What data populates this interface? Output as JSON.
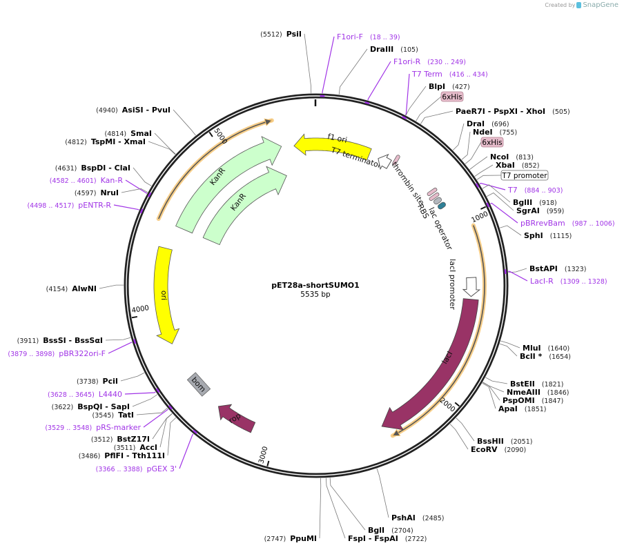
{
  "credit": {
    "prefix": "Created by",
    "brand": "SnapGene"
  },
  "plasmid": {
    "name": "pET28a-shortSUMO1",
    "length": "5535 bp",
    "total_bp": 5535
  },
  "ticks": [
    "1000",
    "2000",
    "3000",
    "4000",
    "5000"
  ],
  "features": {
    "f1_ori": "f1 ori",
    "t7_terminator": "T7 terminator",
    "thrombin_site": "thrombin site",
    "rbs": "RBS",
    "lac_operator": "lac operator",
    "laci_promoter": "lacI promoter",
    "laci": "lacI",
    "kanr_outer": "KanR",
    "kanr_inner": "KanR",
    "ori": "ori",
    "bom": "bom",
    "rop": "rop"
  },
  "colors": {
    "backbone": "#222222",
    "primer": "#a033e6",
    "laci": "#993366",
    "ori": "#ffff00",
    "kanr": "#ccffcc",
    "orf": "#f5c26b",
    "lac_operator": "#2e7f96",
    "his_tag": "#e6bccb"
  },
  "labels": [
    {
      "type": "enzyme",
      "name": "PsiI",
      "pos": "(5512)"
    },
    {
      "type": "primer",
      "name": "F1ori-F",
      "pos": "(18 .. 39)"
    },
    {
      "type": "enzyme",
      "name": "DraIII",
      "pos": "(105)"
    },
    {
      "type": "primer",
      "name": "F1ori-R",
      "pos": "(230 .. 249)"
    },
    {
      "type": "primer",
      "name": "T7 Term",
      "pos": "(416 .. 434)"
    },
    {
      "type": "enzyme",
      "name": "BlpI",
      "pos": "(427)"
    },
    {
      "type": "badge",
      "name": "6xHis",
      "pos": ""
    },
    {
      "type": "enzyme",
      "name": "PaeR7I  - PspXI  - XhoI",
      "pos": "(505)"
    },
    {
      "type": "enzyme",
      "name": "DraI",
      "pos": "(696)"
    },
    {
      "type": "enzyme",
      "name": "NdeI",
      "pos": "(755)"
    },
    {
      "type": "badge",
      "name": "6xHis",
      "pos": ""
    },
    {
      "type": "enzyme",
      "name": "NcoI",
      "pos": "(813)"
    },
    {
      "type": "enzyme",
      "name": "XbaI",
      "pos": "(852)"
    },
    {
      "type": "box",
      "name": "T7 promoter",
      "pos": ""
    },
    {
      "type": "primer",
      "name": "T7",
      "pos": "(884 .. 903)"
    },
    {
      "type": "enzyme",
      "name": "BglII",
      "pos": "(918)"
    },
    {
      "type": "enzyme",
      "name": "SgrAI",
      "pos": "(959)"
    },
    {
      "type": "primer",
      "name": "pBRrevBam",
      "pos": "(987 .. 1006)"
    },
    {
      "type": "enzyme",
      "name": "SphI",
      "pos": "(1115)"
    },
    {
      "type": "enzyme",
      "name": "BstAPI",
      "pos": "(1323)"
    },
    {
      "type": "primer",
      "name": "LacI-R",
      "pos": "(1309 .. 1328)"
    },
    {
      "type": "enzyme",
      "name": "MluI",
      "pos": "(1640)"
    },
    {
      "type": "enzyme",
      "name": "BclI *",
      "pos": "(1654)"
    },
    {
      "type": "enzyme",
      "name": "BstEII",
      "pos": "(1821)"
    },
    {
      "type": "enzyme",
      "name": "NmeAIII",
      "pos": "(1846)"
    },
    {
      "type": "enzyme",
      "name": "PspOMI",
      "pos": "(1847)"
    },
    {
      "type": "enzyme",
      "name": "ApaI",
      "pos": "(1851)"
    },
    {
      "type": "enzyme",
      "name": "BssHII",
      "pos": "(2051)"
    },
    {
      "type": "enzyme",
      "name": "EcoRV",
      "pos": "(2090)"
    },
    {
      "type": "enzyme",
      "name": "PshAI",
      "pos": "(2485)"
    },
    {
      "type": "enzyme",
      "name": "BglI",
      "pos": "(2704)"
    },
    {
      "type": "enzyme",
      "name": "FspI  - FspAI",
      "pos": "(2722)"
    },
    {
      "type": "enzyme",
      "name": "PpuMI",
      "pos": "(2747)"
    },
    {
      "type": "enzyme",
      "name": "AsiSI  - PvuI",
      "pos": "(4940)"
    },
    {
      "type": "enzyme",
      "name": "SmaI",
      "pos": "(4814)"
    },
    {
      "type": "enzyme",
      "name": "TspMI  - XmaI",
      "pos": "(4812)"
    },
    {
      "type": "enzyme",
      "name": "BspDI  - ClaI",
      "pos": "(4631)"
    },
    {
      "type": "primer",
      "name": "Kan-R",
      "pos": "(4582 .. 4601)"
    },
    {
      "type": "enzyme",
      "name": "NruI",
      "pos": "(4597)"
    },
    {
      "type": "primer",
      "name": "pENTR-R",
      "pos": "(4498 .. 4517)"
    },
    {
      "type": "enzyme",
      "name": "AlwNI",
      "pos": "(4154)"
    },
    {
      "type": "enzyme",
      "name": "BssSI  - BssSαI",
      "pos": "(3911)"
    },
    {
      "type": "primer",
      "name": "pBR322ori-F",
      "pos": "(3879 .. 3898)"
    },
    {
      "type": "enzyme",
      "name": "PciI",
      "pos": "(3738)"
    },
    {
      "type": "primer",
      "name": "L4440",
      "pos": "(3628 .. 3645)"
    },
    {
      "type": "enzyme",
      "name": "BspQI  - SapI",
      "pos": "(3622)"
    },
    {
      "type": "enzyme",
      "name": "TatI",
      "pos": "(3545)"
    },
    {
      "type": "primer",
      "name": "pRS-marker",
      "pos": "(3529 .. 3548)"
    },
    {
      "type": "enzyme",
      "name": "BstZ17I",
      "pos": "(3512)"
    },
    {
      "type": "enzyme",
      "name": "AccI",
      "pos": "(3511)"
    },
    {
      "type": "enzyme",
      "name": "PflFI  - Tth111I",
      "pos": "(3486)"
    },
    {
      "type": "primer",
      "name": "pGEX 3'",
      "pos": "(3366 .. 3388)"
    }
  ]
}
